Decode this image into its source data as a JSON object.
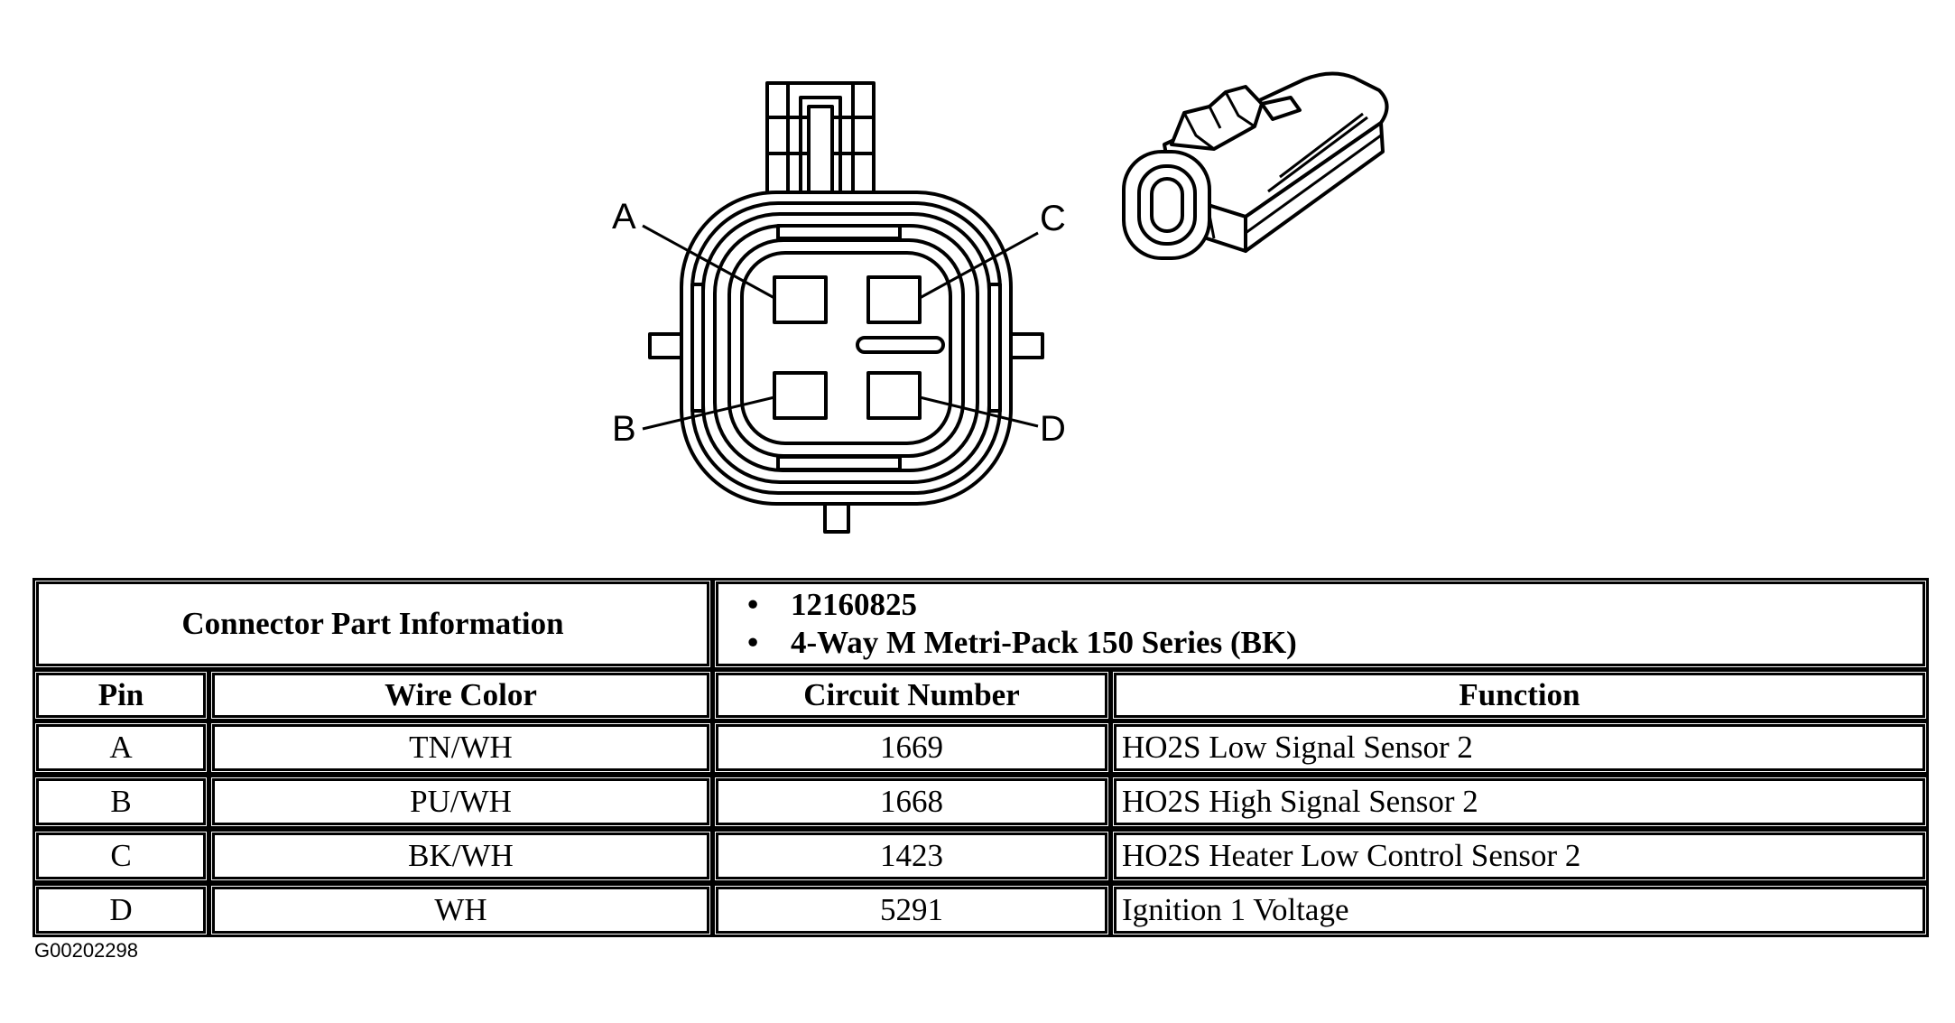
{
  "diagram": {
    "pin_labels": [
      "A",
      "B",
      "C",
      "D"
    ]
  },
  "table": {
    "part_info_label": "Connector Part Information",
    "part_info_values": [
      "12160825",
      "4-Way M Metri-Pack 150 Series (BK)"
    ],
    "columns": [
      "Pin",
      "Wire Color",
      "Circuit Number",
      "Function"
    ],
    "rows": [
      [
        "A",
        "TN/WH",
        "1669",
        "HO2S Low Signal Sensor 2"
      ],
      [
        "B",
        "PU/WH",
        "1668",
        "HO2S High Signal Sensor 2"
      ],
      [
        "C",
        "BK/WH",
        "1423",
        "HO2S Heater Low Control Sensor 2"
      ],
      [
        "D",
        "WH",
        "5291",
        "Ignition 1 Voltage"
      ]
    ]
  },
  "figure_id": "G00202298"
}
